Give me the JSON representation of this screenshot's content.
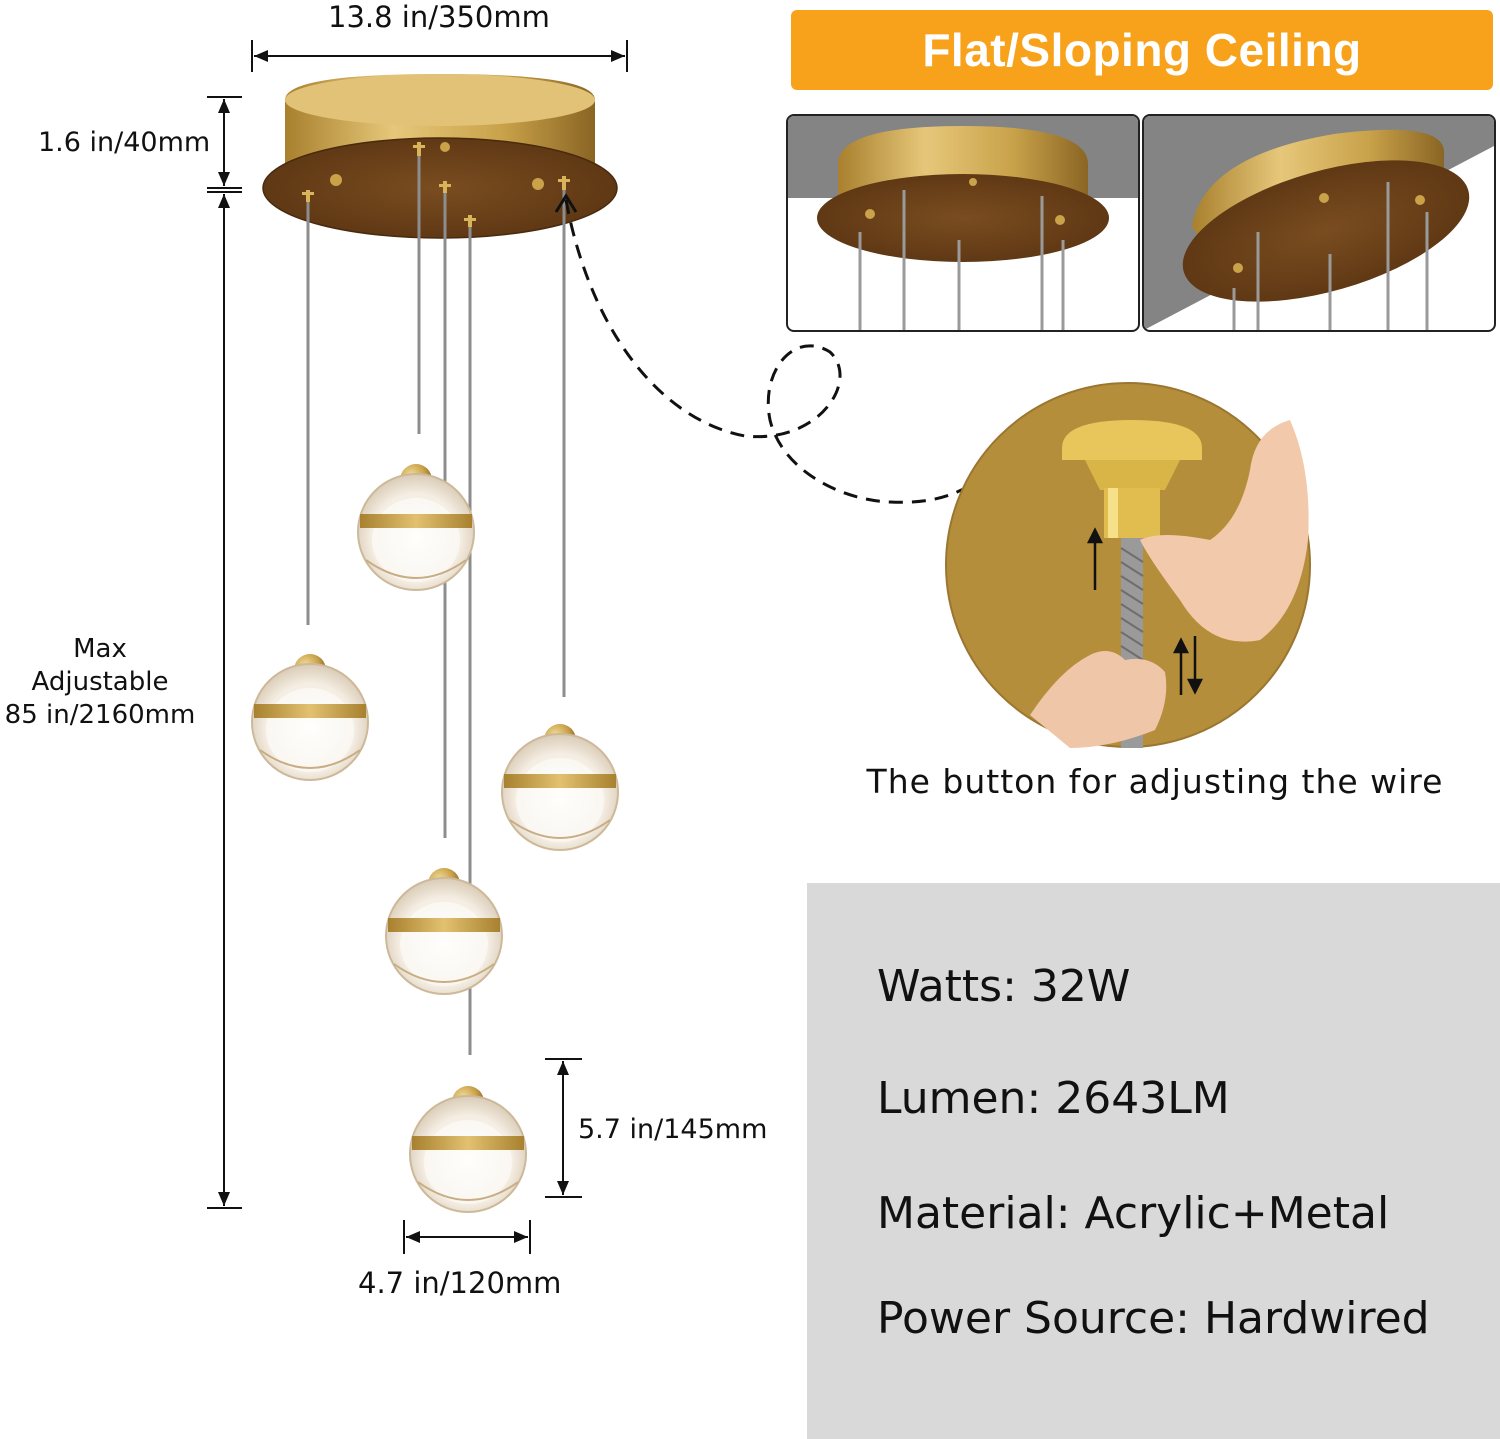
{
  "dimensions": {
    "canopy_width": "13.8 in/350mm",
    "canopy_height": "1.6 in/40mm",
    "max_adjustable": [
      "Max",
      "Adjustable",
      "85 in/2160mm"
    ],
    "globe_height": "5.7 in/145mm",
    "globe_width": "4.7 in/120mm"
  },
  "banner": {
    "title": "Flat/Sloping Ceiling"
  },
  "detail": {
    "caption": "The button for adjusting the wire"
  },
  "specs": {
    "watts": "Watts: 32W",
    "lumen": "Lumen: 2643LM",
    "material": "Material: Acrylic+Metal",
    "power_source": "Power Source: Hardwired"
  },
  "colors": {
    "banner": "#f7a21a",
    "gold": "#c9a24a",
    "bronze": "#6b4218",
    "spec_panel": "#d9d9d9"
  }
}
